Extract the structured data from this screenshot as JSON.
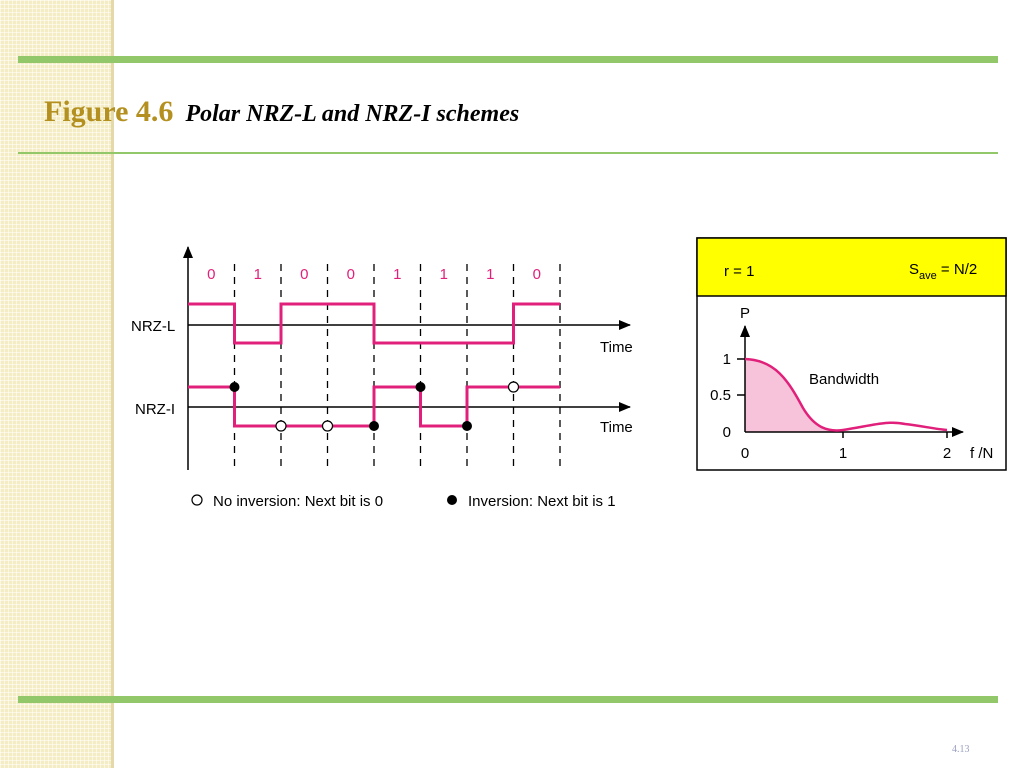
{
  "slide": {
    "title_number": "Figure 4.6",
    "title_caption": "Polar NRZ-L and NRZ-I schemes",
    "slide_number": "4.13"
  },
  "colors": {
    "signal": "#e0207a",
    "accent_bar": "#93c86a",
    "title_gold": "#b3901f",
    "panel_header": "#ffff00",
    "spectrum_fill": "#f7c3da"
  },
  "waveforms": {
    "bits": [
      "0",
      "1",
      "0",
      "0",
      "1",
      "1",
      "1",
      "0"
    ],
    "nrzl_label": "NRZ-L",
    "nrzi_label": "NRZ-I",
    "time_label": "Time",
    "nrzi_levels": [
      1,
      0,
      0,
      0,
      1,
      0,
      1,
      1
    ],
    "nrzi_markers": [
      "inversion",
      "no-inversion",
      "no-inversion",
      "inversion",
      "inversion",
      "inversion",
      "no-inversion"
    ]
  },
  "legend": {
    "no_inversion": "No inversion: Next bit is 0",
    "inversion": "Inversion: Next bit is 1"
  },
  "spectrum": {
    "ratio_label": "r = 1",
    "saverage_main": "S",
    "saverage_sub": "ave",
    "saverage_value": " = N/2",
    "y_axis_label": "P",
    "y_ticks": [
      "1",
      "0.5",
      "0"
    ],
    "x_ticks": [
      "0",
      "1",
      "2"
    ],
    "x_axis_label": "f /N",
    "bandwidth_label": "Bandwidth"
  }
}
